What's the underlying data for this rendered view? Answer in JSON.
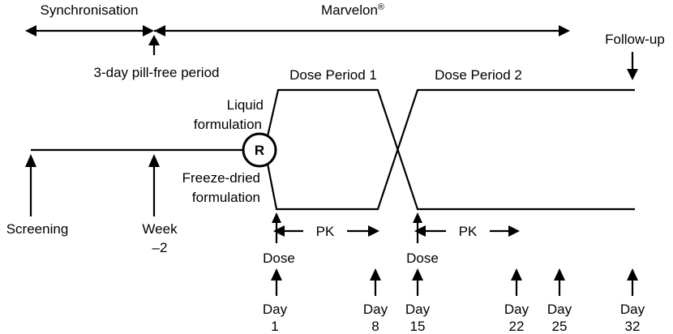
{
  "header": {
    "synchronisation": "Synchronisation",
    "marvelon": "Marvelon",
    "registered_mark": "®",
    "pill_free": "3-day pill-free period",
    "follow_up": "Follow-up"
  },
  "periods": {
    "dose_period_1": "Dose Period 1",
    "dose_period_2": "Dose Period 2"
  },
  "formulations": {
    "liquid_line1": "Liquid",
    "liquid_line2": "formulation",
    "freeze_line1": "Freeze-dried",
    "freeze_line2": "formulation"
  },
  "randomisation": "R",
  "milestones": {
    "screening": "Screening",
    "week_line1": "Week",
    "week_line2": "–2"
  },
  "pk": [
    "PK",
    "PK"
  ],
  "dose": [
    "Dose",
    "Dose"
  ],
  "days": [
    {
      "label": "Day",
      "num": "1"
    },
    {
      "label": "Day",
      "num": "8"
    },
    {
      "label": "Day",
      "num": "15"
    },
    {
      "label": "Day",
      "num": "22"
    },
    {
      "label": "Day",
      "num": "25"
    },
    {
      "label": "Day",
      "num": "32"
    }
  ]
}
